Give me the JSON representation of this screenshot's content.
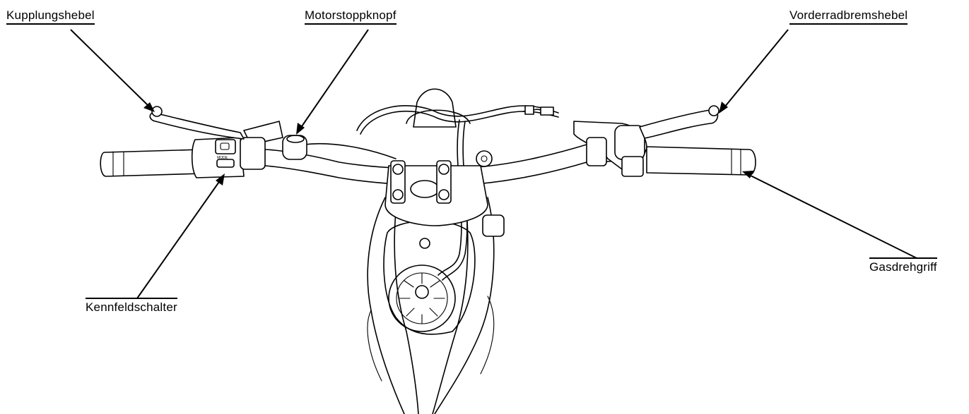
{
  "labels": {
    "clutch_lever": "Kupplungshebel",
    "engine_stop_button": "Motorstoppknopf",
    "front_brake_lever": "Vorderradbremshebel",
    "throttle_grip": "Gasdrehgriff",
    "mode_switch": "Kennfeldschalter"
  },
  "switch_text": "MODE"
}
